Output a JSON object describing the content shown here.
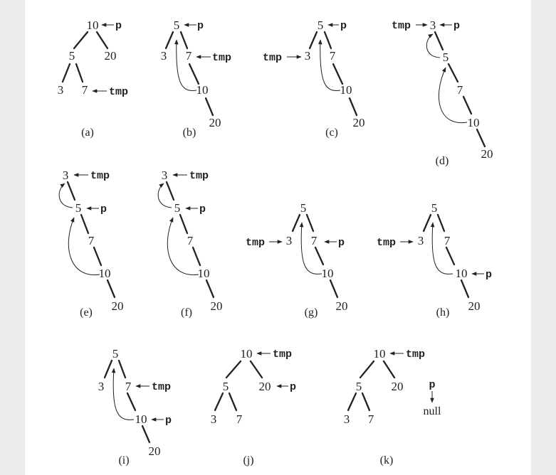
{
  "nodes": {
    "n3": "3",
    "n5": "5",
    "n7": "7",
    "n10": "10",
    "n20": "20"
  },
  "pointers": {
    "p": "p",
    "tmp": "tmp",
    "null": "null"
  },
  "captions": {
    "a": "(a)",
    "b": "(b)",
    "c": "(c)",
    "d": "(d)",
    "e": "(e)",
    "f": "(f)",
    "g": "(g)",
    "h": "(h)",
    "i": "(i)",
    "j": "(j)",
    "k": "(k)"
  }
}
